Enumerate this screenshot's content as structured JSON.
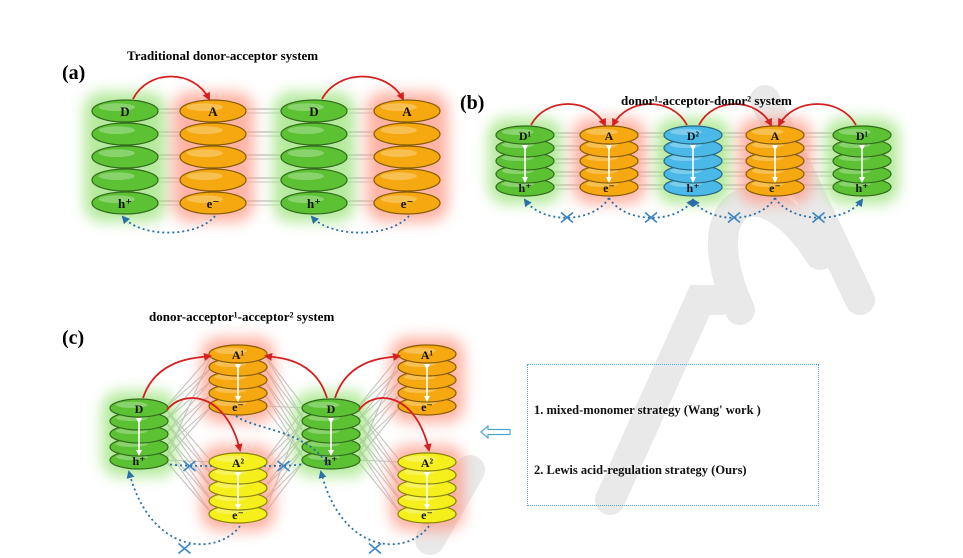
{
  "panel_a": {
    "label": "(a)",
    "title": "Traditional donor-acceptor system",
    "stacks": [
      {
        "top": "D",
        "bottom": "h⁺",
        "type": "donor"
      },
      {
        "top": "A",
        "bottom": "e⁻",
        "type": "acceptor"
      },
      {
        "top": "D",
        "bottom": "h⁺",
        "type": "donor"
      },
      {
        "top": "A",
        "bottom": "e⁻",
        "type": "acceptor"
      }
    ]
  },
  "panel_b": {
    "label": "(b)",
    "title": "donor¹-acceptor-donor² system",
    "stacks": [
      {
        "top": "D¹",
        "bottom": "h⁺",
        "type": "donor"
      },
      {
        "top": "A",
        "bottom": "e⁻",
        "type": "acceptor"
      },
      {
        "top": "D²",
        "bottom": "h⁺",
        "type": "donor2"
      },
      {
        "top": "A",
        "bottom": "e⁻",
        "type": "acceptor"
      },
      {
        "top": "D¹",
        "bottom": "h⁺",
        "type": "donor"
      }
    ]
  },
  "panel_c": {
    "label": "(c)",
    "title": "donor-acceptor¹-acceptor² system",
    "donor_top": "D",
    "donor_bottom": "h⁺",
    "acceptor1_top": "A¹",
    "acceptor1_bottom": "e⁻",
    "acceptor2_top": "A²",
    "acceptor2_bottom": "e⁻"
  },
  "strategies": [
    "1. mixed-monomer strategy (Wang' work )",
    "2. Lewis acid-regulation strategy (Ours)"
  ],
  "colors": {
    "donor": "#5cc234",
    "acceptor": "#f5a80f",
    "donor2": "#4ab9e8",
    "acceptor2": "#f5ef1c",
    "arrow_red": "#d42020",
    "arrow_blue": "#2a6fa8",
    "cross_blue": "#3b86c6"
  }
}
